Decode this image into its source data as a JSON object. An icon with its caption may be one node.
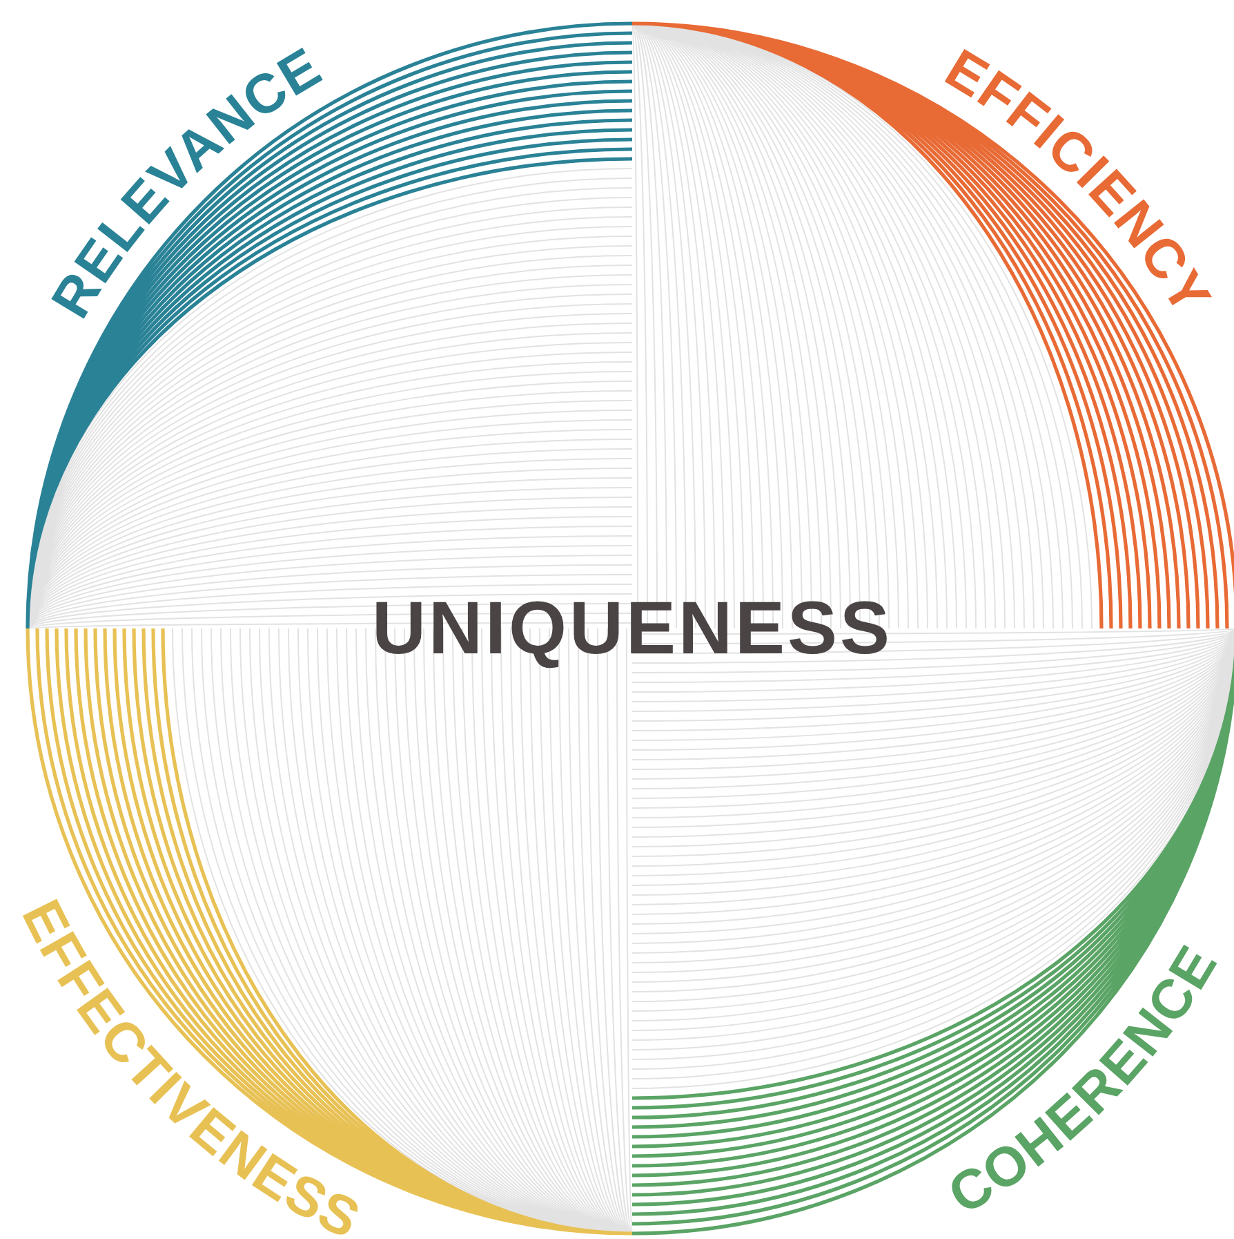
{
  "diagram": {
    "labels": [
      "RELEVANCE",
      "EFFICIENCY",
      "UNIQUENESS",
      "EFFECTIVENESS",
      "COHERENCE"
    ]
  }
}
